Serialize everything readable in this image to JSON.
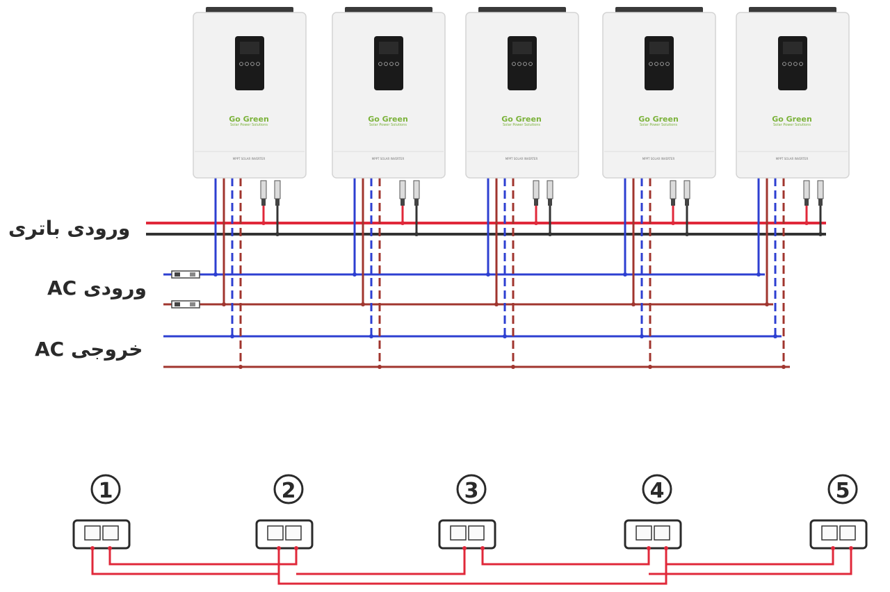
{
  "labels": {
    "battery_input": "ورودی باتری",
    "ac_input": "ورودی AC",
    "ac_output": "خروجی AC"
  },
  "inverter": {
    "brand": "Go Green",
    "tagline": "Solar Power Solutions",
    "model": "MPPT SOLAR INVERTER"
  },
  "units": [
    "1",
    "2",
    "3",
    "4",
    "5"
  ],
  "colors": {
    "battery_positive": "#e0283a",
    "battery_negative": "#333333",
    "ac_line": "#2d3fd1",
    "ac_neutral": "#a0352e",
    "parallel_cable": "#e0283a",
    "inverter_body": "#f2f2f2",
    "brand_green": "#7bb23a"
  }
}
